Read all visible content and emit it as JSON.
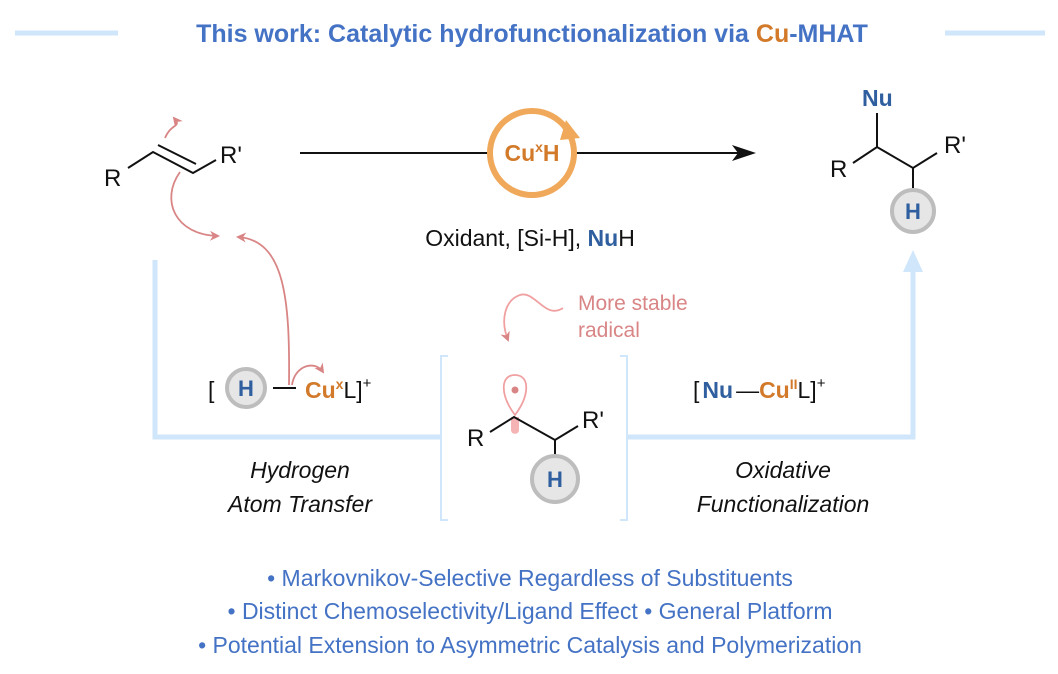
{
  "title": {
    "prefix": "This work: Catalytic hydrofunctionalization via ",
    "cu": "Cu",
    "suffix": "-MHAT"
  },
  "catalyst": {
    "cu": "Cu",
    "sup": "x",
    "h": "H"
  },
  "conditions": {
    "text": "Oxidant, [Si-H], ",
    "nu": "Nu",
    "h": "H"
  },
  "alkene": {
    "r": "R",
    "r2": "R'"
  },
  "product": {
    "nu": "Nu",
    "r": "R",
    "r2": "R'",
    "h": "H"
  },
  "hat_complex": {
    "open": "[",
    "h": "H",
    "cu": "Cu",
    "sup": "x",
    "l": "L]",
    "charge": "+"
  },
  "radical": {
    "r": "R",
    "r2": "R'",
    "h": "H",
    "note1": "More stable",
    "note2": "radical"
  },
  "nu_complex": {
    "open": "[",
    "nu": "Nu",
    "cu": "Cu",
    "sup": "II",
    "l": "L]",
    "charge": "+"
  },
  "labels": {
    "hat1": "Hydrogen",
    "hat2": "Atom Transfer",
    "ox1": "Oxidative",
    "ox2": "Functionalization"
  },
  "bullets": [
    "• Markovnikov-Selective Regardless of Substituents",
    "• Distinct Chemoselectivity/Ligand Effect • General Platform",
    "• Potential Extension to Asymmetric Catalysis and Polymerization"
  ],
  "colors": {
    "accent_blue": "#4472c4",
    "copper": "#d27a2a",
    "ring": "#f0a85a",
    "track": "#cfe6fb",
    "arrow_pink": "#d98585"
  }
}
